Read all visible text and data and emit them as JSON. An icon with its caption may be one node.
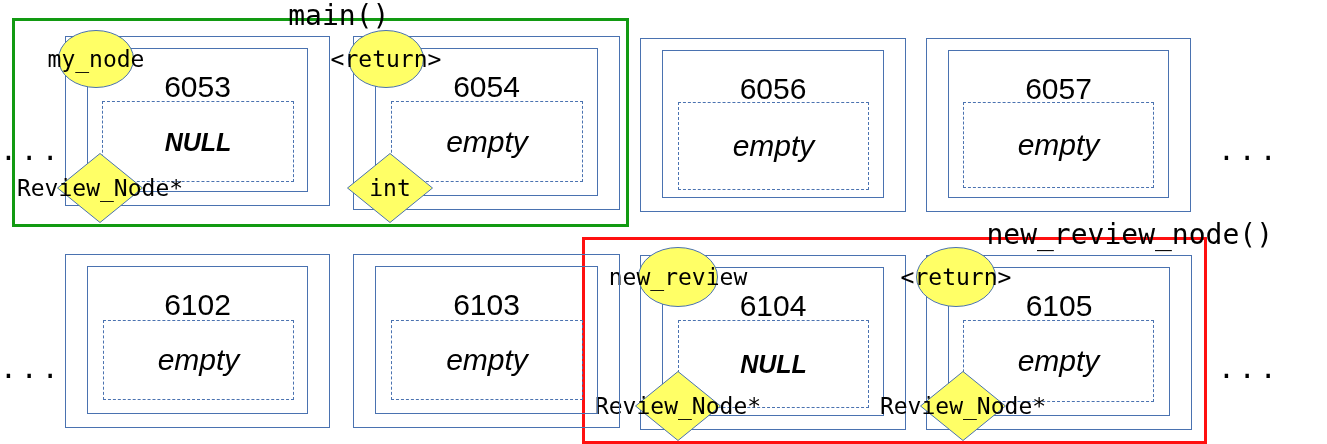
{
  "diagram": {
    "nodes": [
      {
        "text": [
          "main()"
        ]
      },
      {
        "text": [
          "6053"
        ],
        "in": 0
      },
      {
        "text": [
          "NULL"
        ],
        "in": 1
      },
      {
        "text": [
          "my_node"
        ],
        "in": 0
      },
      {
        "text": [
          "Review_Node*"
        ],
        "in": 0
      },
      {
        "text": [
          "6054"
        ],
        "in": 0
      },
      {
        "text": [
          "empty"
        ],
        "in": 5
      },
      {
        "text": [
          "<return>"
        ],
        "in": 0
      },
      {
        "text": [
          "int"
        ],
        "in": 0
      },
      {
        "text": [
          "6056"
        ]
      },
      {
        "text": [
          "empty"
        ],
        "in": 9
      },
      {
        "text": [
          "6057"
        ]
      },
      {
        "text": [
          "empty"
        ],
        "in": 11
      },
      {
        "text": [
          "new_review_node()"
        ]
      },
      {
        "text": [
          "6102"
        ]
      },
      {
        "text": [
          "empty"
        ],
        "in": 14
      },
      {
        "text": [
          "6103"
        ]
      },
      {
        "text": [
          "empty"
        ],
        "in": 16
      },
      {
        "text": [
          "6104"
        ],
        "in": 13
      },
      {
        "text": [
          "NULL"
        ],
        "in": 18
      },
      {
        "text": [
          "new_review"
        ],
        "in": 13
      },
      {
        "text": [
          "Review_Node*"
        ],
        "in": 13
      },
      {
        "text": [
          "6105"
        ],
        "in": 13
      },
      {
        "text": [
          "empty"
        ],
        "in": 22
      },
      {
        "text": [
          "<return>"
        ],
        "in": 13
      },
      {
        "text": [
          "Review_Node*"
        ],
        "in": 13
      }
    ],
    "labels": [
      "...",
      "...",
      "...",
      "..."
    ]
  }
}
